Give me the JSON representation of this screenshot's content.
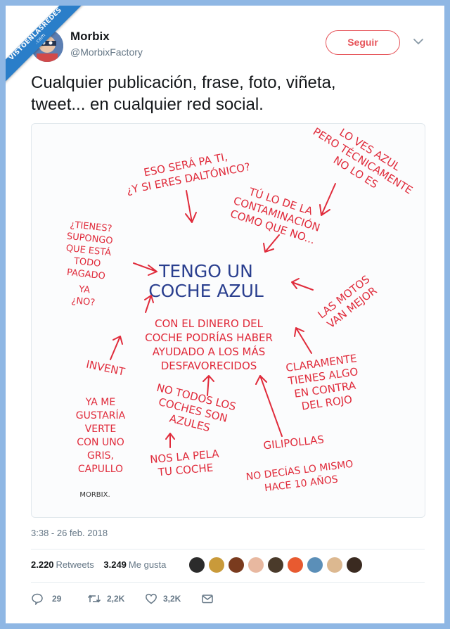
{
  "watermark": {
    "line1": "VISTOENLASREDES",
    "line2": ".com"
  },
  "user": {
    "name": "Morbix",
    "handle": "@MorbixFactory"
  },
  "follow_label": "Seguir",
  "tweet": {
    "line1": "Cualquier publicación, frase, foto, viñeta,",
    "line2": "tweet... en cualquier red social."
  },
  "comic": {
    "center": [
      "TENGO UN",
      "COCHE AZUL"
    ],
    "daltonico": [
      "ESO SERÁ PA TI,",
      "¿Y SI ERES DALTÓNICO?"
    ],
    "tecnicamente": [
      "LO VES AZUL",
      "PERO TÉCNICAMENTE",
      "NO LO ES"
    ],
    "contaminacion": [
      "TÚ LO DE LA",
      "CONTAMINACIÓN",
      "COMO QUE NO..."
    ],
    "pagado": [
      "¿TIENES?",
      "SUPONGO",
      "QUE ESTÁ",
      "TODO",
      "PAGADO",
      "YA",
      "¿NO?"
    ],
    "motos": [
      "LAS MOTOS",
      "VAN MEJOR"
    ],
    "dinero": [
      "CON EL DINERO DEL",
      "COCHE PODRÍAS HABER",
      "AYUDADO A LOS MÁS",
      "DESFAVORECIDOS"
    ],
    "invent": [
      "INVENT"
    ],
    "rojo": [
      "CLARAMENTE",
      "TIENES ALGO",
      "EN CONTRA",
      "DEL ROJO"
    ],
    "gris": [
      "YA ME",
      "GUSTARÍA",
      "VERTE",
      "CON UNO",
      "GRIS,",
      "CAPULLO"
    ],
    "no_todos": [
      "NO TODOS LOS",
      "COCHES SON",
      "AZULES"
    ],
    "gilipollas": [
      "GILIPOLLAS"
    ],
    "pela": [
      "NOS LA PELA",
      "TU COCHE"
    ],
    "hace10": [
      "NO DECÍAS LO MISMO",
      "HACE 10 AÑOS"
    ],
    "signature": "MORBIX."
  },
  "timestamp": "3:38 - 26 feb. 2018",
  "stats": {
    "retweets_count": "2.220",
    "retweets_label": "Retweets",
    "likes_count": "3.249",
    "likes_label": "Me gusta"
  },
  "liker_colors": [
    "#2b2b2b",
    "#c99a3a",
    "#7a3b1e",
    "#e8b8a0",
    "#4a3a2a",
    "#e85a30",
    "#5b8fb8",
    "#dcb890",
    "#3a2a20"
  ],
  "actions": {
    "replies": "29",
    "retweets": "2,2K",
    "likes": "3,2K"
  },
  "colors": {
    "accent": "#e6545a",
    "ink": "#e02b3b",
    "center_ink": "#2a3f8f"
  }
}
